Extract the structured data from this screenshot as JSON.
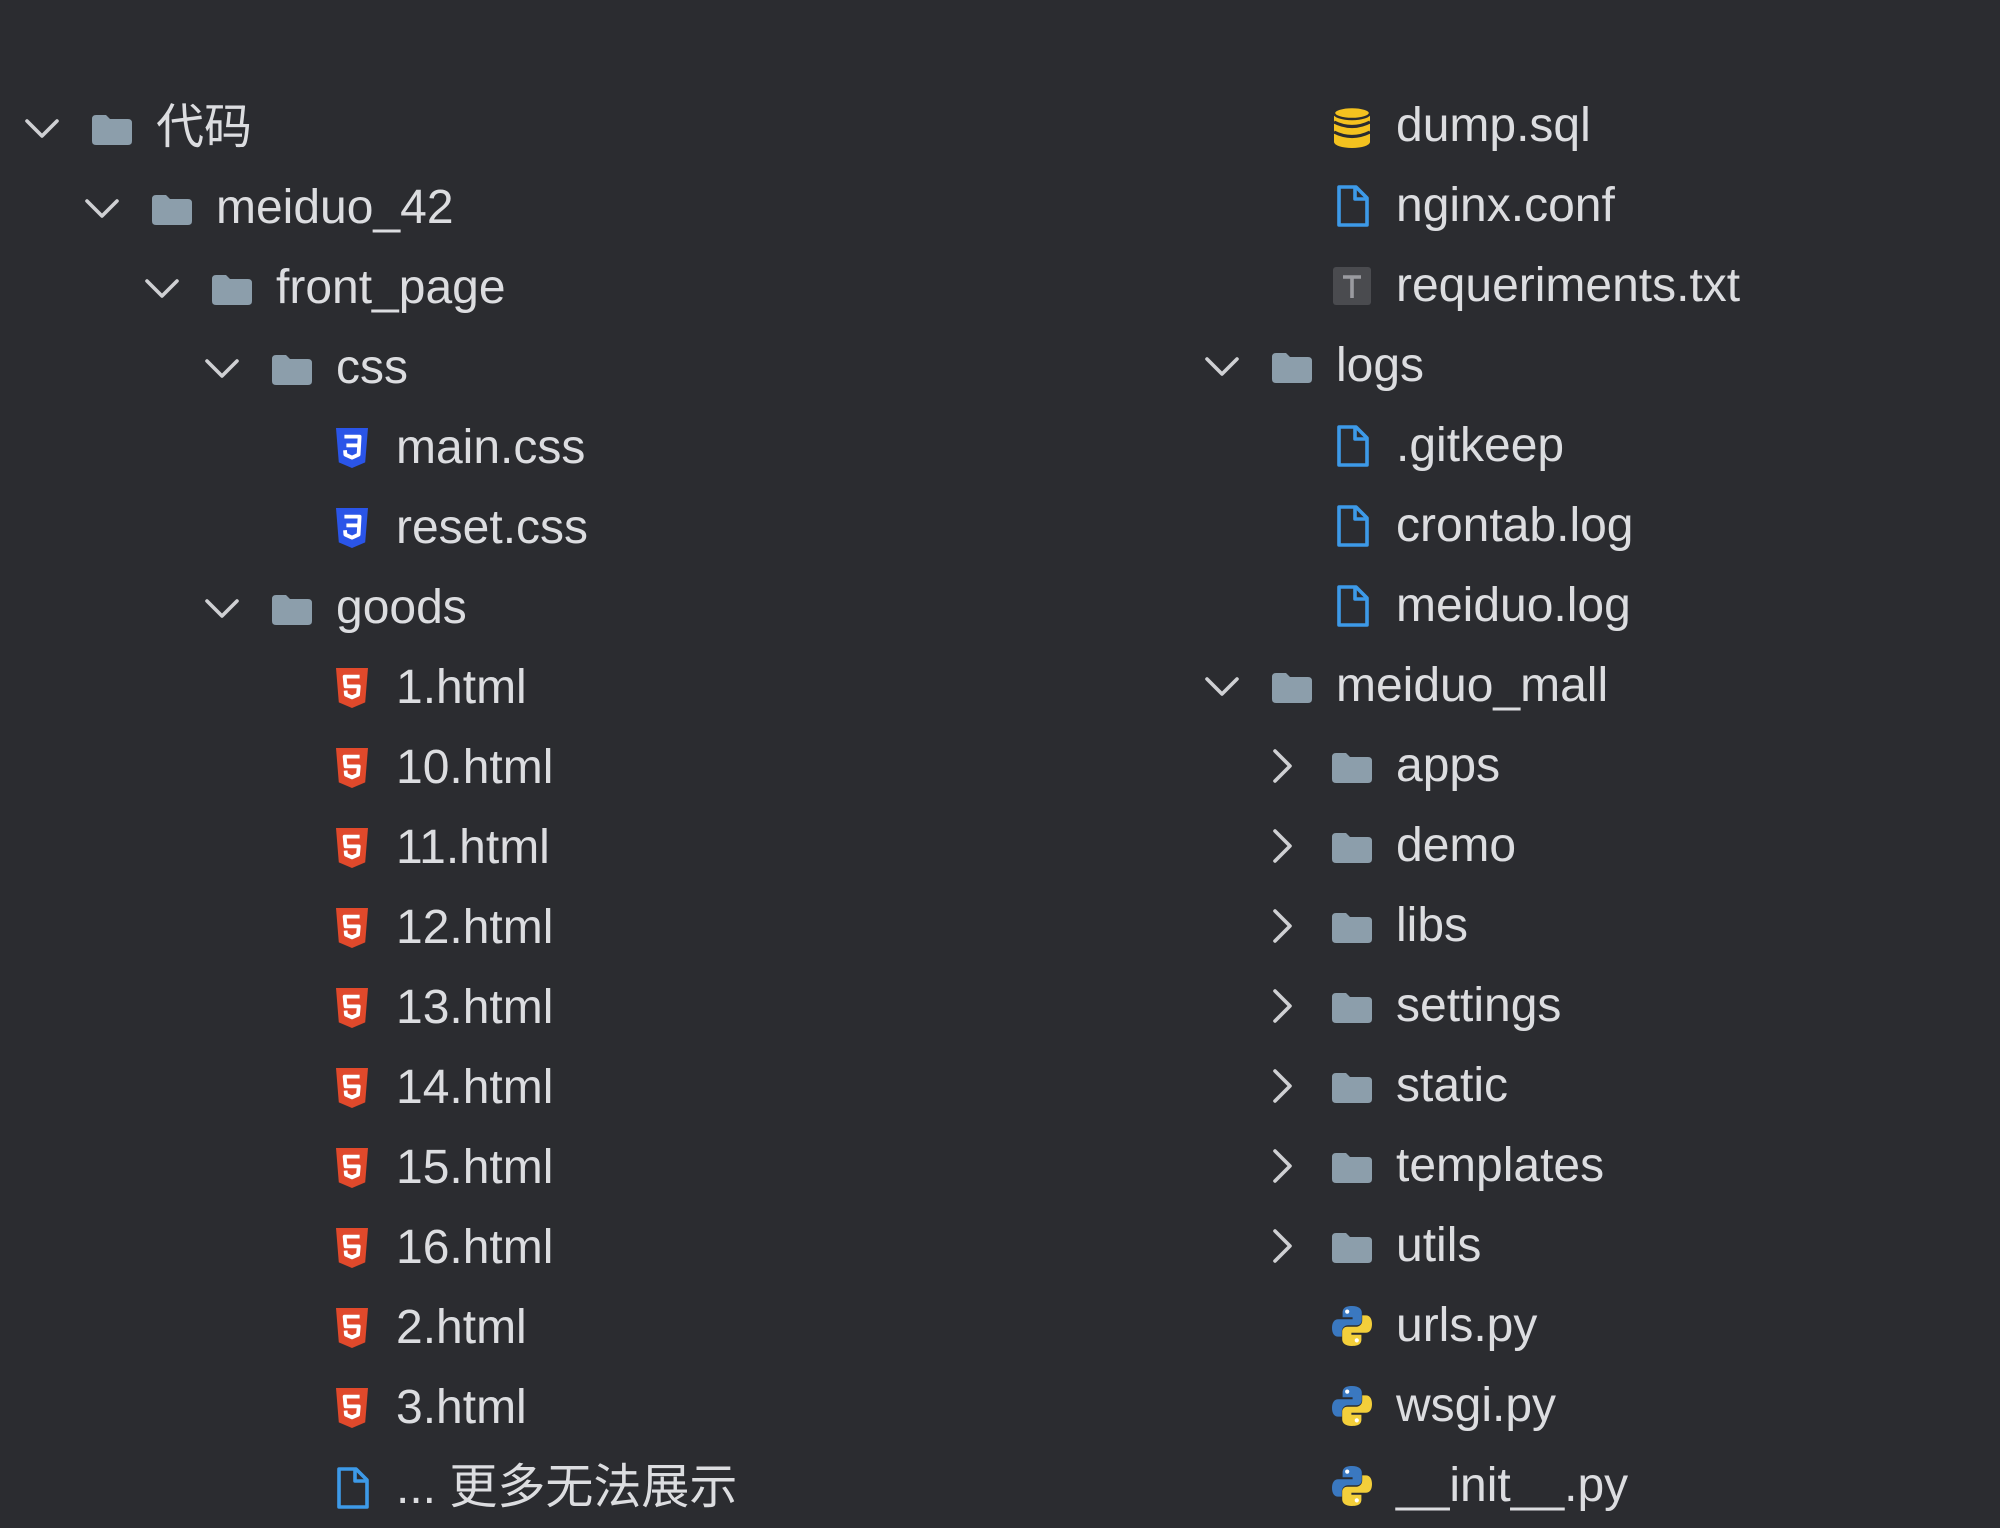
{
  "tree": {
    "left": [
      {
        "label": "代码",
        "type": "folder",
        "depth": 0,
        "expanded": true
      },
      {
        "label": "meiduo_42",
        "type": "folder",
        "depth": 1,
        "expanded": true
      },
      {
        "label": "front_page",
        "type": "folder",
        "depth": 2,
        "expanded": true
      },
      {
        "label": "css",
        "type": "folder",
        "depth": 3,
        "expanded": true
      },
      {
        "label": "main.css",
        "type": "css",
        "depth": 4
      },
      {
        "label": "reset.css",
        "type": "css",
        "depth": 4
      },
      {
        "label": "goods",
        "type": "folder",
        "depth": 3,
        "expanded": true
      },
      {
        "label": "1.html",
        "type": "html",
        "depth": 4
      },
      {
        "label": "10.html",
        "type": "html",
        "depth": 4
      },
      {
        "label": "11.html",
        "type": "html",
        "depth": 4
      },
      {
        "label": "12.html",
        "type": "html",
        "depth": 4
      },
      {
        "label": "13.html",
        "type": "html",
        "depth": 4
      },
      {
        "label": "14.html",
        "type": "html",
        "depth": 4
      },
      {
        "label": "15.html",
        "type": "html",
        "depth": 4
      },
      {
        "label": "16.html",
        "type": "html",
        "depth": 4
      },
      {
        "label": "2.html",
        "type": "html",
        "depth": 4
      },
      {
        "label": "3.html",
        "type": "html",
        "depth": 4
      },
      {
        "label": "... 更多无法展示",
        "type": "file",
        "depth": 4
      }
    ],
    "right": [
      {
        "label": "dump.sql",
        "type": "database",
        "depth": 2
      },
      {
        "label": "nginx.conf",
        "type": "file",
        "depth": 2
      },
      {
        "label": "requeriments.txt",
        "type": "text",
        "depth": 2
      },
      {
        "label": "logs",
        "type": "folder",
        "depth": 1,
        "expanded": true
      },
      {
        "label": ".gitkeep",
        "type": "file",
        "depth": 2
      },
      {
        "label": "crontab.log",
        "type": "file",
        "depth": 2
      },
      {
        "label": "meiduo.log",
        "type": "file",
        "depth": 2
      },
      {
        "label": "meiduo_mall",
        "type": "folder",
        "depth": 1,
        "expanded": true
      },
      {
        "label": "apps",
        "type": "folder",
        "depth": 2,
        "expanded": false
      },
      {
        "label": "demo",
        "type": "folder",
        "depth": 2,
        "expanded": false
      },
      {
        "label": "libs",
        "type": "folder",
        "depth": 2,
        "expanded": false
      },
      {
        "label": "settings",
        "type": "folder",
        "depth": 2,
        "expanded": false
      },
      {
        "label": "static",
        "type": "folder",
        "depth": 2,
        "expanded": false
      },
      {
        "label": "templates",
        "type": "folder",
        "depth": 2,
        "expanded": false
      },
      {
        "label": "utils",
        "type": "folder",
        "depth": 2,
        "expanded": false
      },
      {
        "label": "urls.py",
        "type": "python",
        "depth": 2
      },
      {
        "label": "wsgi.py",
        "type": "python",
        "depth": 2
      },
      {
        "label": "__init__.py",
        "type": "python",
        "depth": 2
      }
    ]
  },
  "colors": {
    "background": "#2b2c30",
    "text": "#dcdde0",
    "folder": "#8c9eab",
    "chevron": "#cfd0d3",
    "css": "#2a55e8",
    "html": "#e0492b",
    "file": "#3d9ae8",
    "text_file_bg": "#4a4b4f",
    "text_file_glyph": "#9a9ba0",
    "database": "#f4c21f",
    "python_blue": "#3a78c0",
    "python_yellow": "#f3cf3b"
  }
}
